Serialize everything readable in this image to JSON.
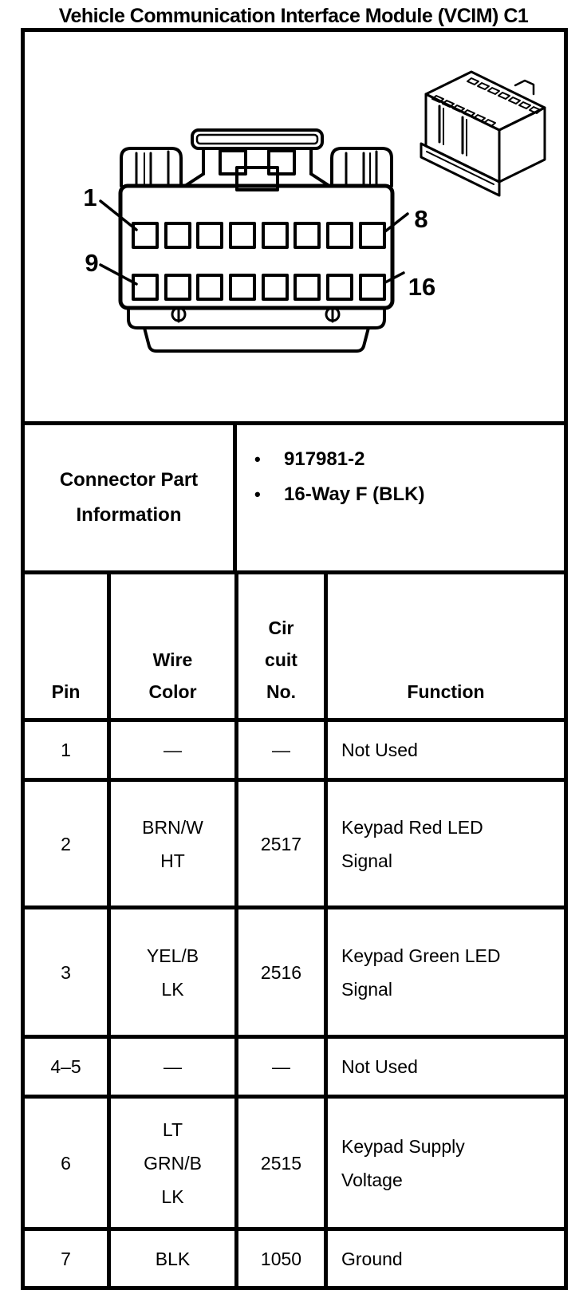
{
  "colors": {
    "ink": "#000000",
    "paper": "#ffffff"
  },
  "title": "Vehicle Communication Interface Module (VCIM) C1",
  "figure": {
    "pin_labels": {
      "first_top": "1",
      "last_top": "8",
      "first_bottom": "9",
      "last_bottom": "16"
    }
  },
  "connector_part_info": {
    "bullet": "•",
    "label": "Connector Part\nInformation",
    "items": [
      "917981-2",
      "16-Way F (BLK)"
    ]
  },
  "pin_table": {
    "headers": {
      "pin": "Pin",
      "wire_color": "Wire\nColor",
      "circuit_no": "Cir\ncuit\nNo.",
      "function": "Function"
    },
    "rows": [
      {
        "pin": "1",
        "wire_color": "—",
        "circuit_no": "—",
        "function": "Not Used"
      },
      {
        "pin": "2",
        "wire_color": "BRN/W\nHT",
        "circuit_no": "2517",
        "function": "Keypad Red LED\nSignal"
      },
      {
        "pin": "3",
        "wire_color": "YEL/B\nLK",
        "circuit_no": "2516",
        "function": "Keypad Green LED\nSignal"
      },
      {
        "pin": "4–5",
        "wire_color": "—",
        "circuit_no": "—",
        "function": "Not Used"
      },
      {
        "pin": "6",
        "wire_color": "LT\nGRN/B\nLK",
        "circuit_no": "2515",
        "function": "Keypad Supply\nVoltage"
      },
      {
        "pin": "7",
        "wire_color": "BLK",
        "circuit_no": "1050",
        "function": "Ground"
      }
    ]
  }
}
